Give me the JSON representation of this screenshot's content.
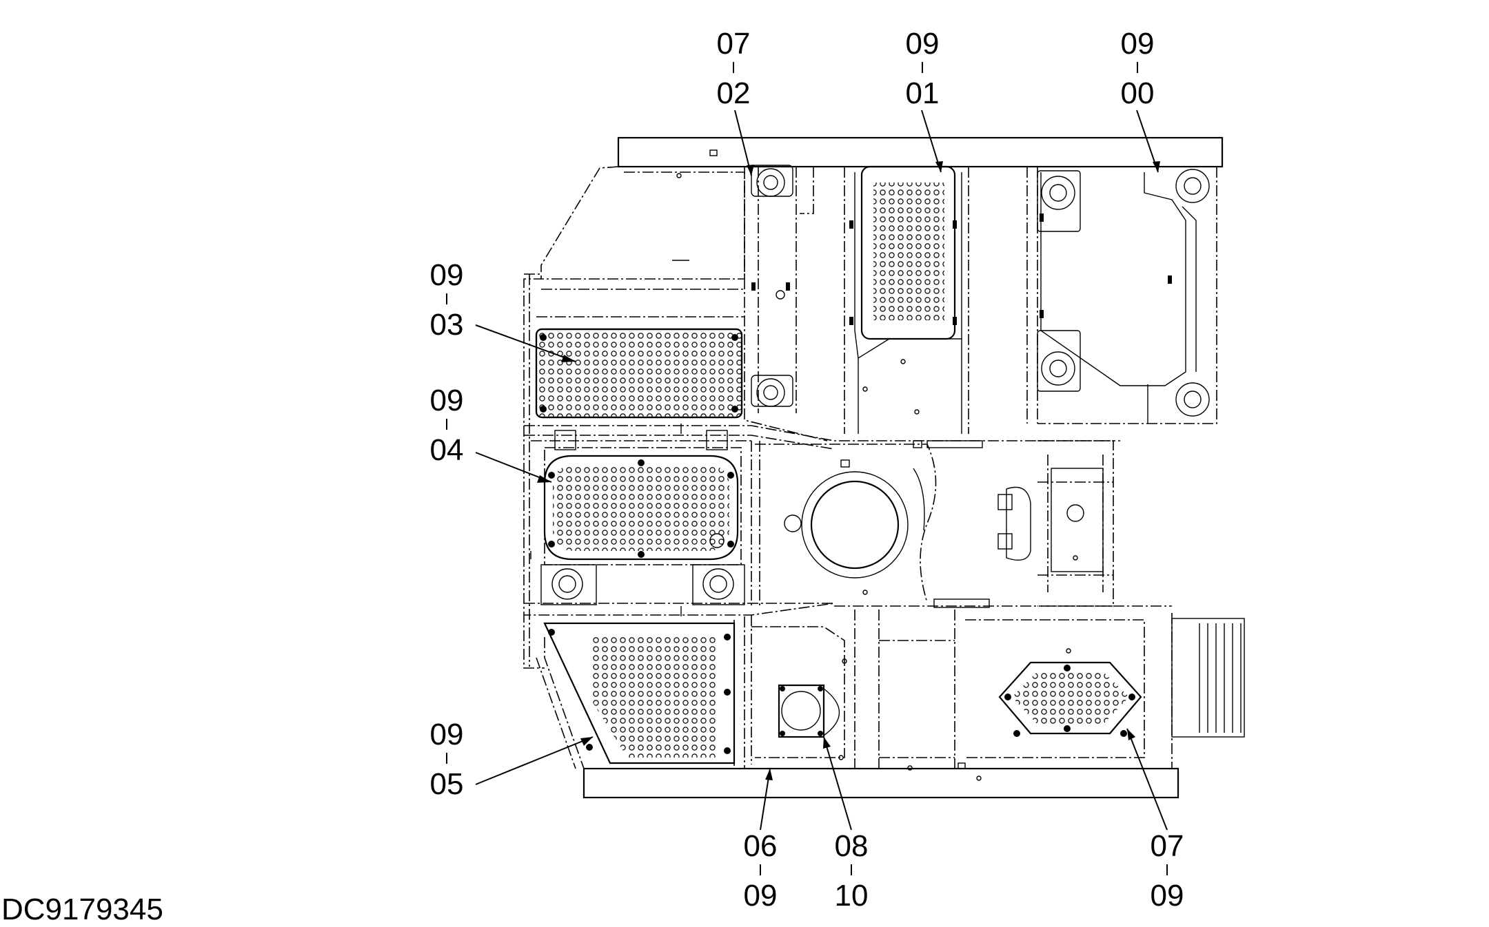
{
  "diagram": {
    "document_id": "DC9179345",
    "callouts": [
      {
        "top": "07",
        "bottom": "02"
      },
      {
        "top": "09",
        "bottom": "01"
      },
      {
        "top": "09",
        "bottom": "00"
      },
      {
        "top": "09",
        "bottom": "03"
      },
      {
        "top": "09",
        "bottom": "04"
      },
      {
        "top": "09",
        "bottom": "05"
      },
      {
        "top": "06",
        "bottom": "09"
      },
      {
        "top": "08",
        "bottom": "10"
      },
      {
        "top": "07",
        "bottom": "09"
      }
    ]
  }
}
